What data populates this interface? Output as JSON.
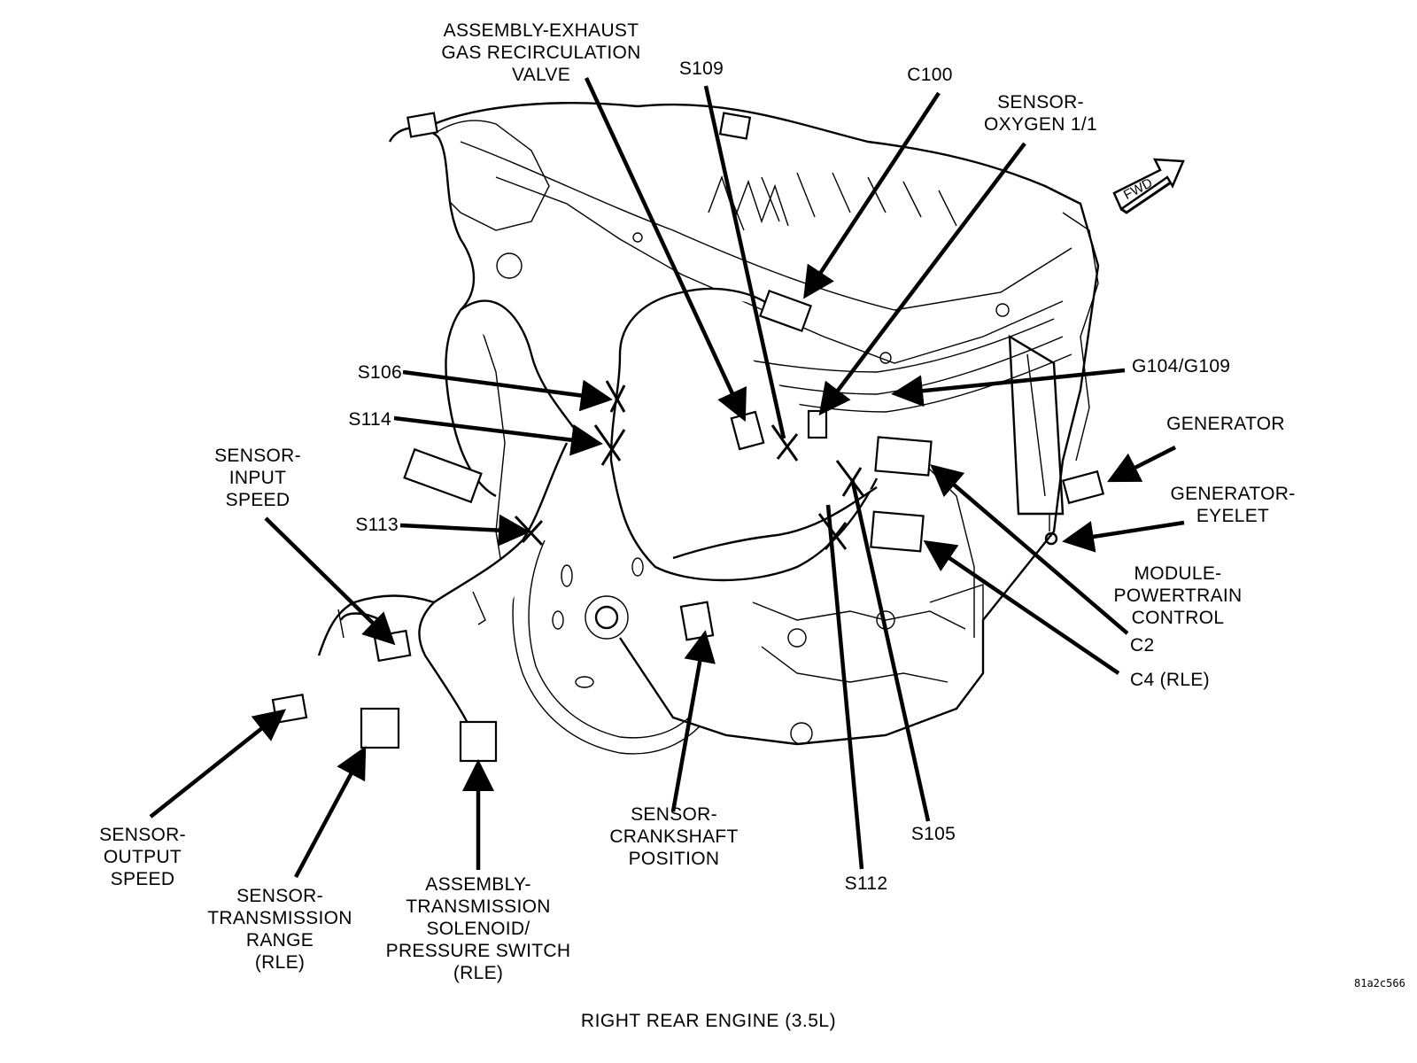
{
  "figure": {
    "caption": "RIGHT REAR ENGINE  (3.5L)",
    "figure_code": "81a2c566",
    "direction_indicator": {
      "icon": "fwd-arrow-icon",
      "text": "FWD"
    }
  },
  "callouts": {
    "egr_valve": {
      "lines": [
        "ASSEMBLY-EXHAUST",
        "GAS RECIRCULATION",
        "VALVE"
      ]
    },
    "s109": {
      "lines": [
        "S109"
      ]
    },
    "c100": {
      "lines": [
        "C100"
      ]
    },
    "oxygen_sensor": {
      "lines": [
        "SENSOR-",
        "OXYGEN 1/1"
      ]
    },
    "g104_g109": {
      "lines": [
        "G104/G109"
      ]
    },
    "generator": {
      "lines": [
        "GENERATOR"
      ]
    },
    "generator_eyelet": {
      "lines": [
        "GENERATOR-",
        "EYELET"
      ]
    },
    "pcm": {
      "lines": [
        "MODULE-",
        "POWERTRAIN",
        "CONTROL"
      ]
    },
    "c2": {
      "lines": [
        "C2"
      ]
    },
    "c4": {
      "lines": [
        "C4 (RLE)"
      ]
    },
    "s106": {
      "lines": [
        "S106"
      ]
    },
    "s114": {
      "lines": [
        "S114"
      ]
    },
    "s113": {
      "lines": [
        "S113"
      ]
    },
    "input_speed_sensor": {
      "lines": [
        "SENSOR-",
        "INPUT",
        "SPEED"
      ]
    },
    "output_speed_sensor": {
      "lines": [
        "SENSOR-",
        "OUTPUT",
        "SPEED"
      ]
    },
    "trans_range_sensor": {
      "lines": [
        "SENSOR-",
        "TRANSMISSION",
        "RANGE",
        "(RLE)"
      ]
    },
    "trans_solenoid": {
      "lines": [
        "ASSEMBLY-",
        "TRANSMISSION",
        "SOLENOID/",
        "PRESSURE SWITCH",
        "(RLE)"
      ]
    },
    "crankshaft_sensor": {
      "lines": [
        "SENSOR-",
        "CRANKSHAFT",
        "POSITION"
      ]
    },
    "s112": {
      "lines": [
        "S112"
      ]
    },
    "s105": {
      "lines": [
        "S105"
      ]
    }
  }
}
